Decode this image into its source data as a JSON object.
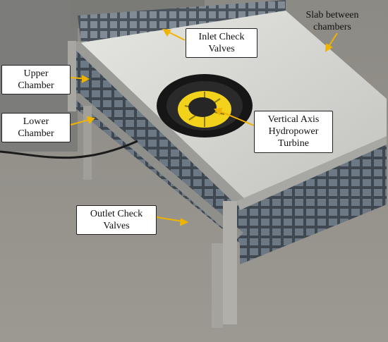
{
  "labels": {
    "inlet": [
      "Inlet Check",
      "Valves"
    ],
    "slab": [
      "Slab between",
      "chambers"
    ],
    "upper": [
      "Upper",
      "Chamber"
    ],
    "lower": [
      "Lower",
      "Chamber"
    ],
    "turbine": [
      "Vertical Axis",
      "Hydropower",
      "Turbine"
    ],
    "outlet": [
      "Outlet Check",
      "Valves"
    ]
  },
  "colors": {
    "label_border": "#222222",
    "arrow": "#f0b400",
    "turbine_blades": "#f2d21b",
    "frame_metal": "#9a9a98",
    "floor": "#8f8d86"
  }
}
